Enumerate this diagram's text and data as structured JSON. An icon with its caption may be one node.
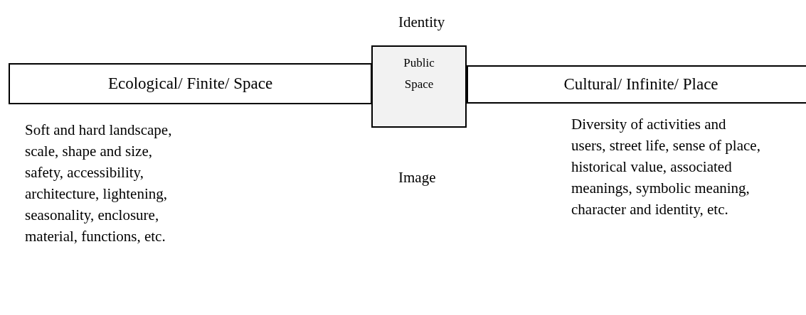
{
  "diagram": {
    "nodes": [
      {
        "text": [
          "Ecological/ Finite/ Space"
        ]
      },
      {
        "text": [
          "Public Space"
        ]
      },
      {
        "text": [
          "Cultural/ Infinite/ Place"
        ]
      }
    ],
    "labels": [
      "Identity",
      "Image",
      "Soft and hard landscape, scale, shape and size, safety, accessibility, architecture, lightening, seasonality, enclosure, material, functions, etc.",
      "Diversity of activities and users, street life, sense of place, historical value, associated meanings, symbolic meaning, character and identity, etc."
    ]
  }
}
